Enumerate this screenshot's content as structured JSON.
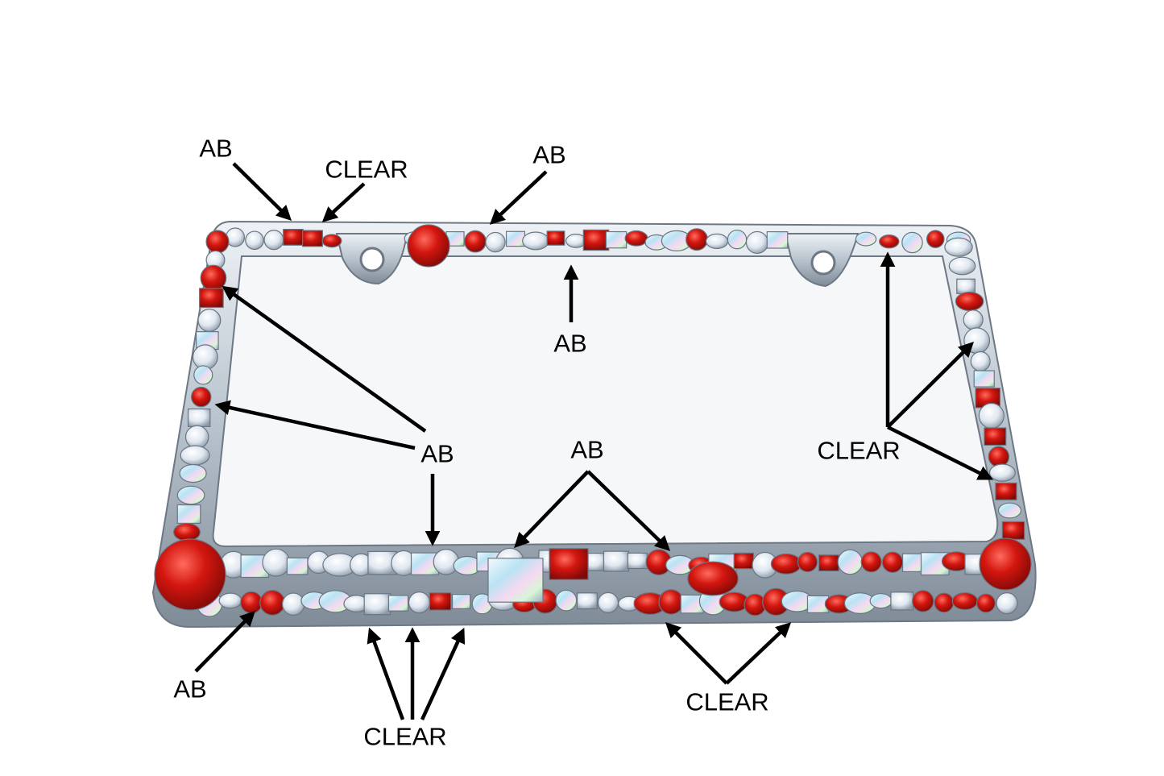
{
  "image": {
    "subject": "rhinestone license plate frame",
    "background_color": "#ffffff",
    "colors": {
      "red_gem": "#c8140f",
      "red_gem_dark": "#8a0a08",
      "clear_gem": "#e6eef7",
      "ab_gem_tint": "#cfe7f2",
      "chrome": "#b9c4cf",
      "arrow": "#000000",
      "label": "#000000"
    }
  },
  "labels": [
    {
      "id": "ab-top-left",
      "text": "AB"
    },
    {
      "id": "clear-top-left",
      "text": "CLEAR"
    },
    {
      "id": "ab-top-center",
      "text": "AB"
    },
    {
      "id": "ab-under-top-bar",
      "text": "AB"
    },
    {
      "id": "ab-left-side",
      "text": "AB"
    },
    {
      "id": "ab-bottom-center",
      "text": "AB"
    },
    {
      "id": "clear-right-side",
      "text": "CLEAR"
    },
    {
      "id": "ab-bottom-left",
      "text": "AB"
    },
    {
      "id": "clear-bottom-left",
      "text": "CLEAR"
    },
    {
      "id": "clear-bottom-right",
      "text": "CLEAR"
    }
  ]
}
